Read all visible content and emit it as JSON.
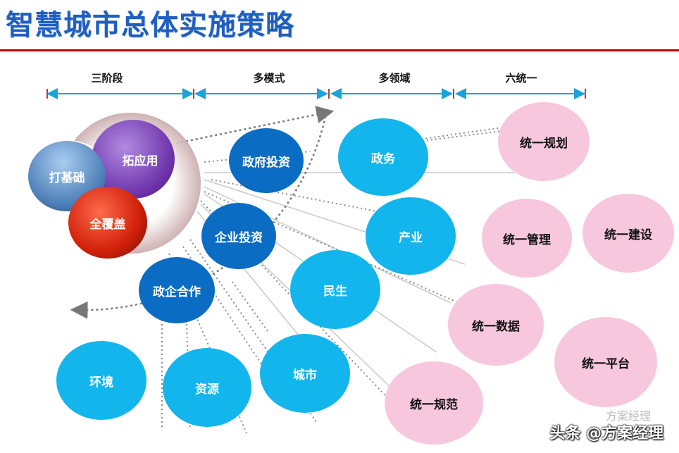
{
  "title": "智慧城市总体实施策略",
  "headers": [
    "三阶段",
    "多模式",
    "多领域",
    "六统一"
  ],
  "stages": {
    "build": "打基础",
    "apply": "拓应用",
    "cover": "全覆盖"
  },
  "modes": [
    "政府投资",
    "企业投资",
    "政企合作"
  ],
  "domains": [
    "政务",
    "产业",
    "民生",
    "城市",
    "资源",
    "环境"
  ],
  "unify": [
    "统一规划",
    "统一管理",
    "统一建设",
    "统一数据",
    "统一平台",
    "统一规范"
  ],
  "watermark": {
    "main": "头条 @方案经理",
    "small": "方案经理"
  },
  "colors": {
    "title": "#1f5fbf",
    "rule": "#c00000",
    "dark_blue": "#0a6cc2",
    "light_blue": "#12b5ec",
    "pink": "#f7c7de",
    "arrow": "#1aa3d9"
  }
}
